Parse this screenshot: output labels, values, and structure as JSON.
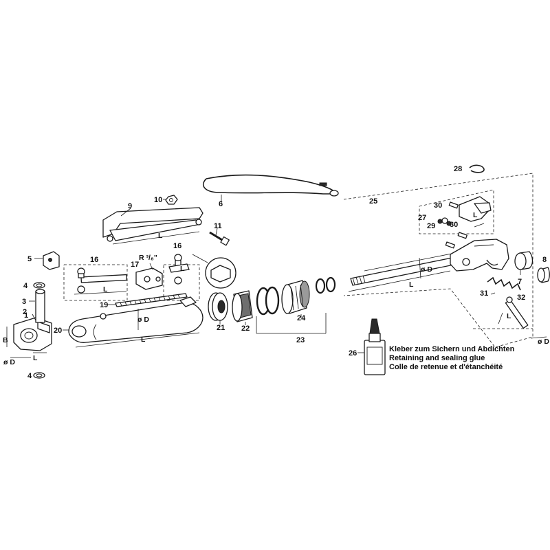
{
  "callouts": [
    {
      "id": "p1",
      "text": "1"
    },
    {
      "id": "p2",
      "text": "2"
    },
    {
      "id": "p3",
      "text": "3"
    },
    {
      "id": "p4a",
      "text": "4"
    },
    {
      "id": "p4b",
      "text": "4"
    },
    {
      "id": "p5",
      "text": "5"
    },
    {
      "id": "p6",
      "text": "6"
    },
    {
      "id": "p7",
      "text": "7"
    },
    {
      "id": "p8",
      "text": "8"
    },
    {
      "id": "p9",
      "text": "9"
    },
    {
      "id": "p10",
      "text": "10"
    },
    {
      "id": "p11",
      "text": "11"
    },
    {
      "id": "p16a",
      "text": "16"
    },
    {
      "id": "p16b",
      "text": "16"
    },
    {
      "id": "p17",
      "text": "17"
    },
    {
      "id": "p19",
      "text": "19"
    },
    {
      "id": "p20",
      "text": "20"
    },
    {
      "id": "p21",
      "text": "21"
    },
    {
      "id": "p22",
      "text": "22"
    },
    {
      "id": "p23",
      "text": "23"
    },
    {
      "id": "p24",
      "text": "24"
    },
    {
      "id": "p25",
      "text": "25"
    },
    {
      "id": "p26",
      "text": "26"
    },
    {
      "id": "p27",
      "text": "27"
    },
    {
      "id": "p28",
      "text": "28"
    },
    {
      "id": "p29",
      "text": "29"
    },
    {
      "id": "p30a",
      "text": "30"
    },
    {
      "id": "p30b",
      "text": "30"
    },
    {
      "id": "p31",
      "text": "31"
    },
    {
      "id": "p32",
      "text": "32"
    }
  ],
  "dimensions": {
    "L": "L",
    "diameter_D": "ø D",
    "B": "B",
    "thread": "R ³/₈\""
  },
  "glue_note": [
    "Kleber zum Sichern und Abdichten",
    "Retaining and sealing glue",
    "Colle de retenue et d'étanchéité"
  ]
}
